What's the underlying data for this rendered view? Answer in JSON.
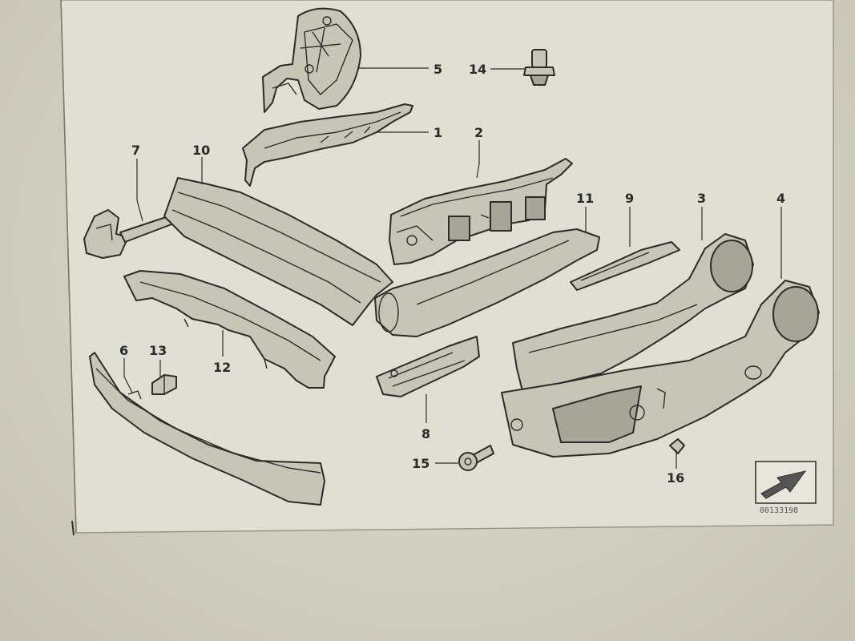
{
  "diagram": {
    "document_number": "00133198",
    "parts": [
      {
        "id": "part-1",
        "label": "1"
      },
      {
        "id": "part-2",
        "label": "2"
      },
      {
        "id": "part-3",
        "label": "3"
      },
      {
        "id": "part-4",
        "label": "4"
      },
      {
        "id": "part-5",
        "label": "5"
      },
      {
        "id": "part-6",
        "label": "6"
      },
      {
        "id": "part-7",
        "label": "7"
      },
      {
        "id": "part-8",
        "label": "8"
      },
      {
        "id": "part-9",
        "label": "9"
      },
      {
        "id": "part-10",
        "label": "10"
      },
      {
        "id": "part-11",
        "label": "11"
      },
      {
        "id": "part-12",
        "label": "12"
      },
      {
        "id": "part-13",
        "label": "13"
      },
      {
        "id": "part-14",
        "label": "14"
      },
      {
        "id": "part-15",
        "label": "15"
      },
      {
        "id": "part-16",
        "label": "16"
      }
    ],
    "icons": {
      "direction_icon": "arrow-direction-icon"
    }
  }
}
